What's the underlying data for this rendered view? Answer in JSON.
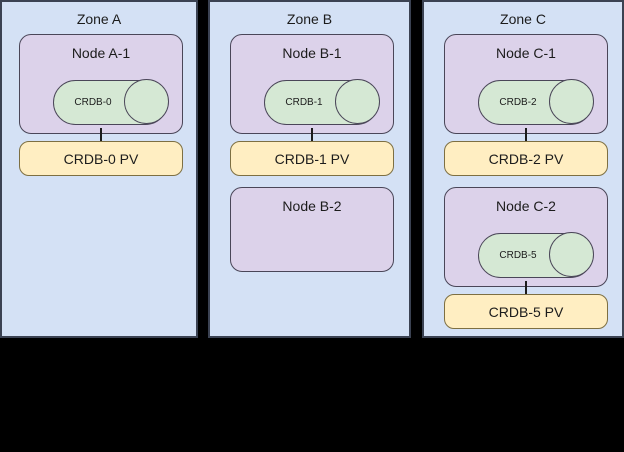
{
  "diagram": {
    "type": "infrastructure-topology",
    "background_color": "#000000",
    "colors": {
      "zone_fill": "#d4e1f5",
      "zone_border": "#3b4252",
      "node_fill": "#dcd2ea",
      "node_border": "#4a4658",
      "database_fill": "#d5e8d4",
      "database_border": "#4a4658",
      "volume_fill": "#ffeec2",
      "volume_border": "#7d6f42",
      "connector": "#1c1c1c",
      "text": "#1c1c1c"
    }
  },
  "zones": [
    {
      "title": "Zone A",
      "nodes": [
        {
          "title": "Node A-1",
          "database": "CRDB-0",
          "volume": "CRDB-0 PV",
          "has_database": true
        }
      ]
    },
    {
      "title": "Zone B",
      "nodes": [
        {
          "title": "Node B-1",
          "database": "CRDB-1",
          "volume": "CRDB-1 PV",
          "has_database": true
        },
        {
          "title": "Node B-2",
          "database": "",
          "volume": "",
          "has_database": false
        }
      ]
    },
    {
      "title": "Zone C",
      "nodes": [
        {
          "title": "Node C-1",
          "database": "CRDB-2",
          "volume": "CRDB-2 PV",
          "has_database": true
        },
        {
          "title": "Node C-2",
          "database": "CRDB-5",
          "volume": "CRDB-5 PV",
          "has_database": true
        }
      ]
    }
  ]
}
